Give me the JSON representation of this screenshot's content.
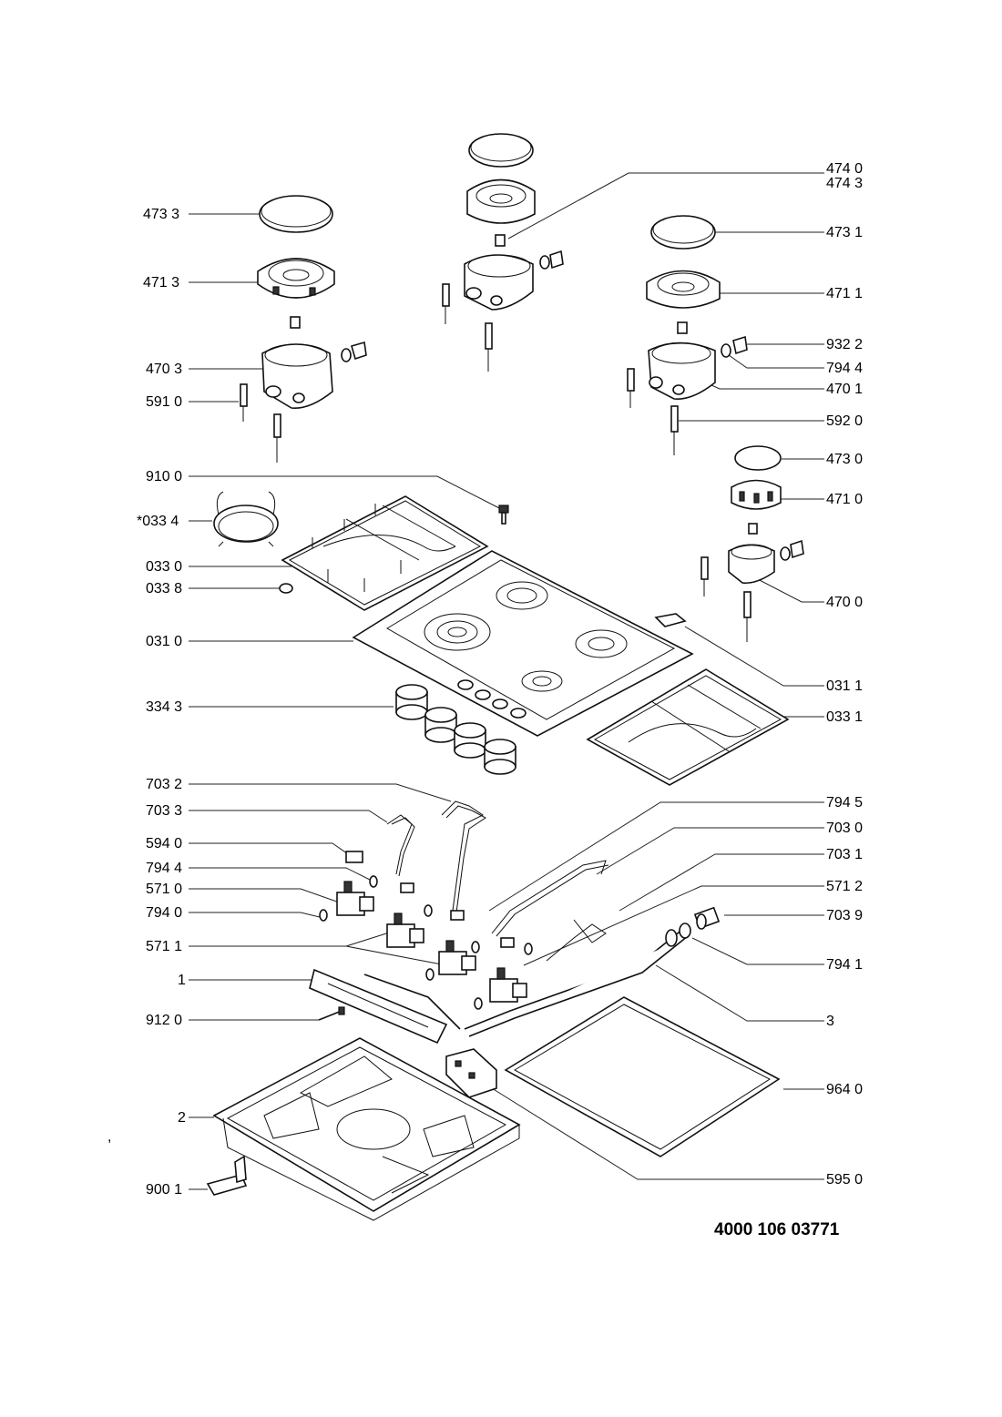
{
  "callouts": [
    {
      "id": "c4733",
      "text": "473 3"
    },
    {
      "id": "c4713",
      "text": "471 3"
    },
    {
      "id": "c4703",
      "text": "470 3"
    },
    {
      "id": "c5910",
      "text": "591 0"
    },
    {
      "id": "c9100",
      "text": "910 0"
    },
    {
      "id": "c0334",
      "text": "*033 4"
    },
    {
      "id": "c0330",
      "text": "033 0"
    },
    {
      "id": "c0338",
      "text": "033 8"
    },
    {
      "id": "c0310",
      "text": "031 0"
    },
    {
      "id": "c3343",
      "text": "334 3"
    },
    {
      "id": "c7032",
      "text": "703 2"
    },
    {
      "id": "c7033",
      "text": "703 3"
    },
    {
      "id": "c5940",
      "text": "594 0"
    },
    {
      "id": "c7944a",
      "text": "794 4"
    },
    {
      "id": "c5710",
      "text": "571 0"
    },
    {
      "id": "c7940",
      "text": "794 0"
    },
    {
      "id": "c5711",
      "text": "571 1"
    },
    {
      "id": "c1",
      "text": "1"
    },
    {
      "id": "c9120",
      "text": "912 0"
    },
    {
      "id": "c2",
      "text": "2"
    },
    {
      "id": "c9001",
      "text": "900 1"
    },
    {
      "id": "c4740",
      "text": "474 0"
    },
    {
      "id": "c4743",
      "text": "474 3"
    },
    {
      "id": "c4731",
      "text": "473 1"
    },
    {
      "id": "c4711",
      "text": "471 1"
    },
    {
      "id": "c9322",
      "text": "932 2"
    },
    {
      "id": "c7944b",
      "text": "794 4"
    },
    {
      "id": "c4701",
      "text": "470 1"
    },
    {
      "id": "c5920",
      "text": "592 0"
    },
    {
      "id": "c4730",
      "text": "473 0"
    },
    {
      "id": "c4710",
      "text": "471 0"
    },
    {
      "id": "c4700",
      "text": "470 0"
    },
    {
      "id": "c0311",
      "text": "031 1"
    },
    {
      "id": "c0331",
      "text": "033 1"
    },
    {
      "id": "c7945",
      "text": "794 5"
    },
    {
      "id": "c7030",
      "text": "703 0"
    },
    {
      "id": "c7031",
      "text": "703 1"
    },
    {
      "id": "c5712",
      "text": "571 2"
    },
    {
      "id": "c7039",
      "text": "703 9"
    },
    {
      "id": "c7941",
      "text": "794 1"
    },
    {
      "id": "c3",
      "text": "3"
    },
    {
      "id": "c9640",
      "text": "964 0"
    },
    {
      "id": "c5950",
      "text": "595 0"
    }
  ],
  "document_number": "4000 106 03771"
}
